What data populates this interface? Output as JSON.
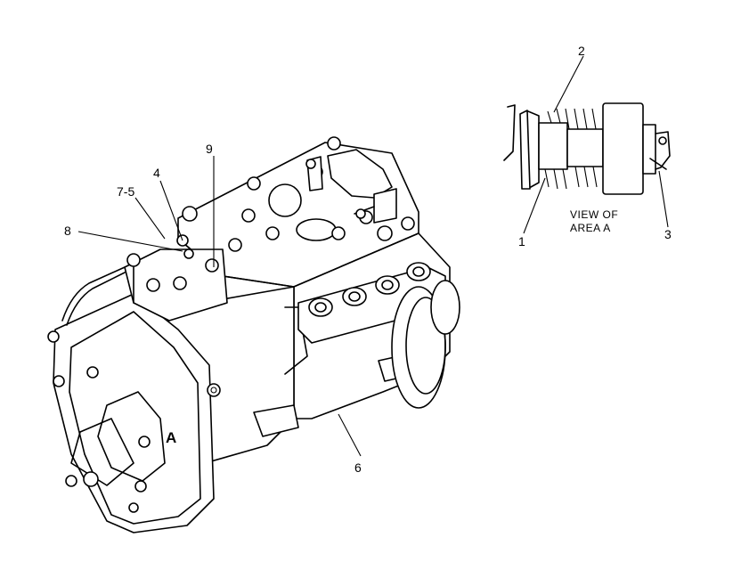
{
  "labels": {
    "c1": "1",
    "c2": "2",
    "c3": "3",
    "c4": "4",
    "c6": "6",
    "c75": "7-5",
    "c8": "8",
    "c9": "9"
  },
  "view_caption": {
    "line1": "VIEW OF",
    "line2": "AREA  A"
  },
  "area_marker": "A"
}
